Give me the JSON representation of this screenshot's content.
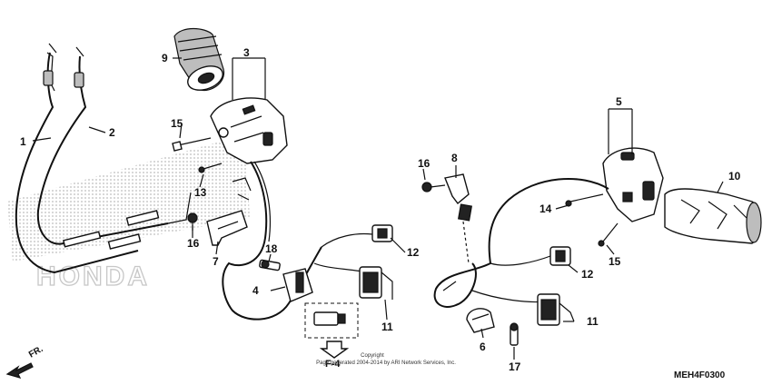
{
  "callouts": [
    {
      "id": "1",
      "text": "1"
    },
    {
      "id": "2",
      "text": "2"
    },
    {
      "id": "3",
      "text": "3"
    },
    {
      "id": "4",
      "text": "4"
    },
    {
      "id": "5",
      "text": "5"
    },
    {
      "id": "6",
      "text": "6"
    },
    {
      "id": "7",
      "text": "7"
    },
    {
      "id": "8",
      "text": "8"
    },
    {
      "id": "9",
      "text": "9"
    },
    {
      "id": "10",
      "text": "10"
    },
    {
      "id": "11a",
      "text": "11"
    },
    {
      "id": "11b",
      "text": "11"
    },
    {
      "id": "12a",
      "text": "12"
    },
    {
      "id": "12b",
      "text": "12"
    },
    {
      "id": "13",
      "text": "13"
    },
    {
      "id": "14",
      "text": "14"
    },
    {
      "id": "15a",
      "text": "15"
    },
    {
      "id": "15b",
      "text": "15"
    },
    {
      "id": "16a",
      "text": "16"
    },
    {
      "id": "16b",
      "text": "16"
    },
    {
      "id": "17",
      "text": "17"
    },
    {
      "id": "18",
      "text": "18"
    }
  ],
  "reference_label": "F-4",
  "front_label": "FR.",
  "diagram_code": "MEH4F0300",
  "copyright_line1": "Copyright",
  "copyright_line2": "Page generated 2004-2014 by ARI Network Services, Inc.",
  "watermark": "HONDA"
}
